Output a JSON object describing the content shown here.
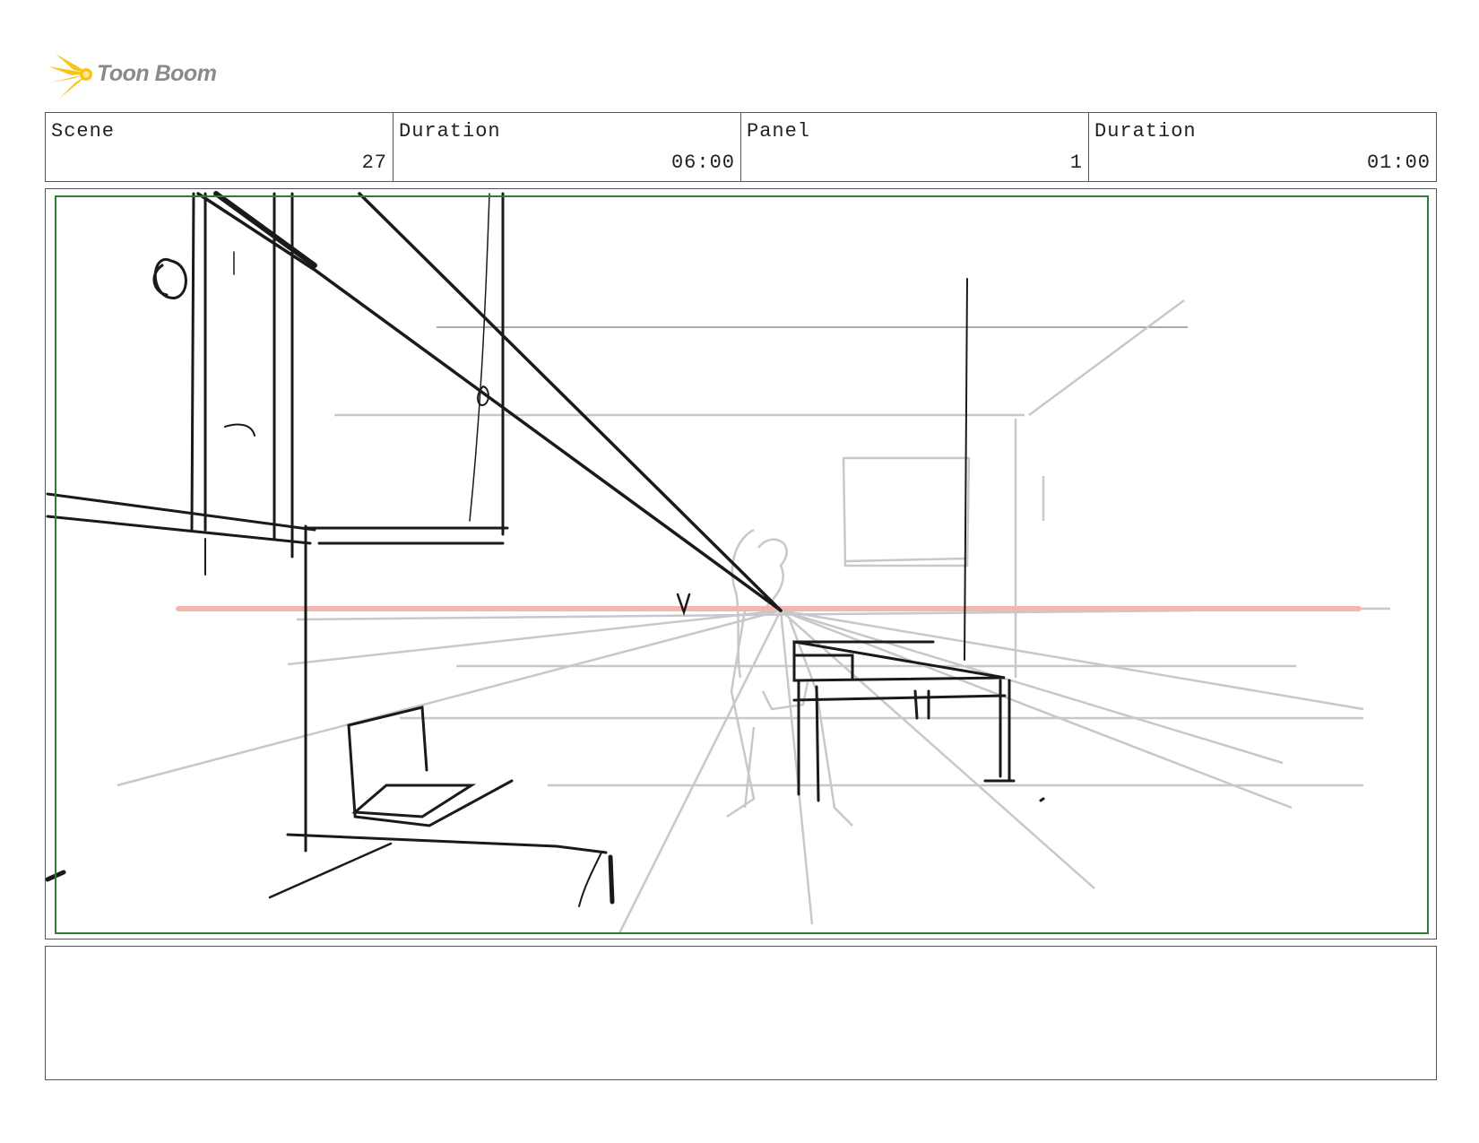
{
  "logo": {
    "text": "Toon Boom",
    "icon": "starburst-logo-icon"
  },
  "header": {
    "scene_label": "Scene",
    "scene_value": "27",
    "scene_duration_label": "Duration",
    "scene_duration_value": "06:00",
    "panel_label": "Panel",
    "panel_value": "1",
    "panel_duration_label": "Duration",
    "panel_duration_value": "01:00"
  },
  "colors": {
    "safe_frame": "#2e7d32",
    "horizon_line": "#f2b8b0",
    "ink": "#1a1a1a",
    "rough": "#bdbdbd",
    "logo_yellow": "#f5c518"
  },
  "notes": {
    "text": ""
  }
}
